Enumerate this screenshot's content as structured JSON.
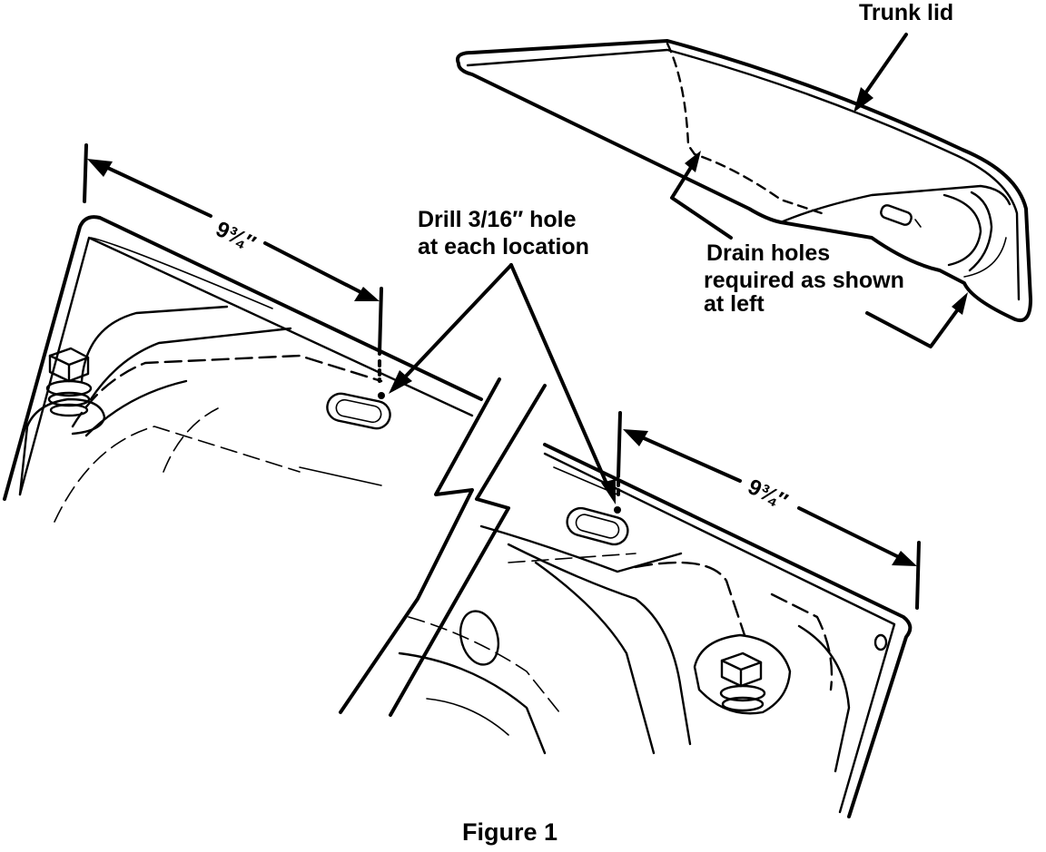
{
  "figure": {
    "caption": "Figure 1",
    "labels": {
      "trunk_lid": "Trunk lid",
      "drill_line1": "Drill 3/16″ hole",
      "drill_line2": "at each location",
      "drain_line1": "Drain holes",
      "drain_line2": "required as shown",
      "drain_line3": "at left"
    },
    "dimensions": {
      "left": "9¾″",
      "right": "9¾″"
    }
  }
}
